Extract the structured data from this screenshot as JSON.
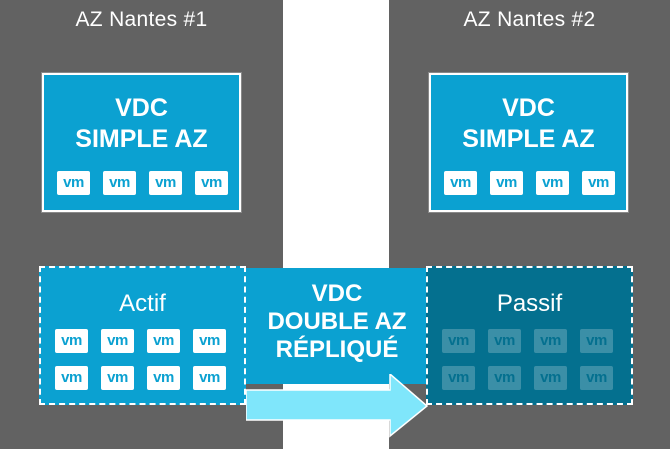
{
  "az1": {
    "title": "AZ Nantes #1"
  },
  "az2": {
    "title": "AZ Nantes #2"
  },
  "vdc_simple": {
    "line1": "VDC",
    "line2": "SIMPLE AZ"
  },
  "vdc_double": {
    "line1": "VDC",
    "line2": "DOUBLE AZ",
    "line3": "RÉPLIQUÉ"
  },
  "states": {
    "active": "Actif",
    "passive": "Passif"
  },
  "vm_label": "vm",
  "colors": {
    "background": "#626262",
    "accent": "#0ba1d1",
    "passive": "#04708f",
    "arrow": "#7fe6fb"
  }
}
